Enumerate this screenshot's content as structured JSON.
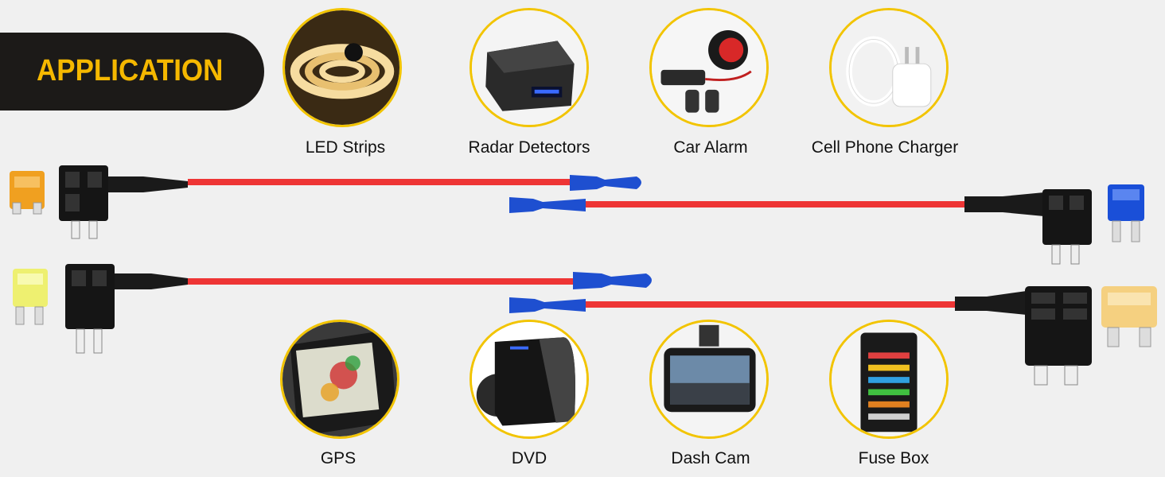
{
  "header": {
    "title": "APPLICATION"
  },
  "applications": [
    {
      "label": "LED Strips",
      "icon": "led-strip-icon"
    },
    {
      "label": "Radar Detectors",
      "icon": "radar-detector-icon"
    },
    {
      "label": "Car Alarm",
      "icon": "car-alarm-icon"
    },
    {
      "label": "Cell Phone Charger",
      "icon": "phone-charger-icon"
    },
    {
      "label": "GPS",
      "icon": "gps-icon"
    },
    {
      "label": "DVD",
      "icon": "dvd-player-icon"
    },
    {
      "label": "Dash Cam",
      "icon": "dash-cam-icon"
    },
    {
      "label": "Fuse Box",
      "icon": "fuse-box-icon"
    }
  ],
  "colors": {
    "banner_bg": "#1c1a18",
    "banner_text": "#f5b800",
    "circle_border": "#f2c400",
    "wire": "#ee3535",
    "connector": "#1e4fd0",
    "fuse_orange": "#f0a020",
    "fuse_blue": "#1a4fd8",
    "fuse_yellow": "#eef070",
    "fuse_tan": "#f5d080"
  }
}
